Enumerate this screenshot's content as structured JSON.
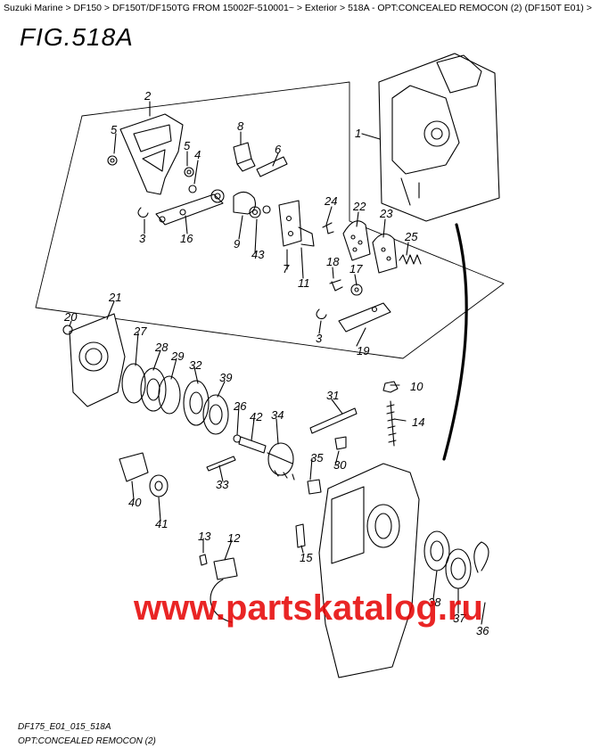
{
  "breadcrumb": {
    "items": [
      "Suzuki Marine",
      "DF150",
      "DF150T/DF150TG FROM 15002F-510001~",
      "Exterior",
      "518A - OPT:CONCEALED REMOCON (2) (DF150T E01)"
    ],
    "separator": " > ",
    "trailing": " >"
  },
  "figure": {
    "title": "FIG.518A"
  },
  "callouts": [
    "1",
    "2",
    "3",
    "4",
    "5",
    "5",
    "6",
    "7",
    "8",
    "3",
    "9",
    "10",
    "11",
    "12",
    "13",
    "14",
    "15",
    "16",
    "17",
    "18",
    "19",
    "20",
    "21",
    "22",
    "23",
    "24",
    "25",
    "26",
    "27",
    "28",
    "29",
    "30",
    "31",
    "32",
    "33",
    "34",
    "35",
    "36",
    "37",
    "38",
    "39",
    "40",
    "41",
    "42",
    "43"
  ],
  "watermark": "www.partskatalog.ru",
  "footer": {
    "code": "DF175_E01_015_518A",
    "name": "OPT:CONCEALED REMOCON (2)"
  },
  "colors": {
    "watermark": "#e60000",
    "ink": "#000000"
  }
}
